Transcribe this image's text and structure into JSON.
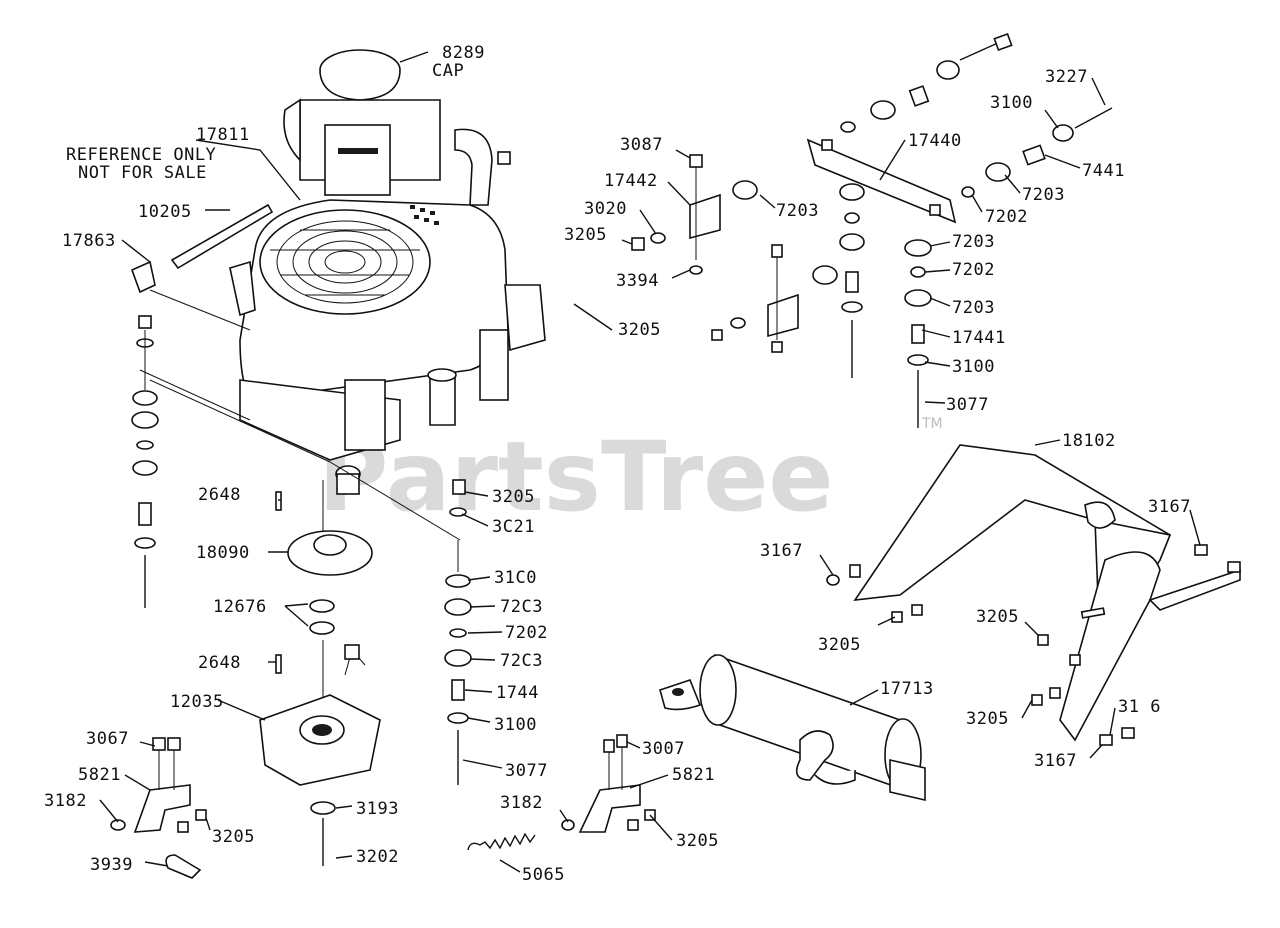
{
  "watermark": "PartsTree",
  "watermark_tm": "TM",
  "notes": {
    "reference_line1": "REFERENCE ONLY",
    "reference_line2": "NOT FOR SALE"
  },
  "callouts": {
    "c8289": "8289",
    "cap": "CAP",
    "c17811": "17811",
    "c10205": "10205",
    "c17863": "17863",
    "c3205_engine": "3205",
    "c2648_top": "2648",
    "c3205_mid": "3205",
    "c3021": "3C21",
    "c18090": "18090",
    "c12676": "12676",
    "c2648_low": "2648",
    "c12035": "12035",
    "c3067": "3067",
    "c5821_left": "5821",
    "c3182_left": "3182",
    "c3205_left": "3205",
    "c3939": "3939",
    "c3193": "3193",
    "c3202": "3202",
    "c3100_a": "31C0",
    "c7203_a": "72C3",
    "c7202_a": "7202",
    "c7203_b": "72C3",
    "c1744": "1744",
    "c3100_b": "3100",
    "c3077_a": "3077",
    "c3007": "3007",
    "c5821_right": "5821",
    "c3182_right": "3182",
    "c3205_right": "3205",
    "c5065": "5065",
    "c3087": "3087",
    "c17442": "17442",
    "c3020": "3020",
    "c3205_bracket": "3205",
    "c3394": "3394",
    "c7203_c": "7203",
    "c17440": "17440",
    "c3227": "3227",
    "c3100_c": "3100",
    "c7441": "7441",
    "c7203_d": "7203",
    "c7202_b": "7202",
    "c7203_e": "7203",
    "c7202_c": "7202",
    "c7203_f": "7203",
    "c17441": "17441",
    "c3100_d": "3100",
    "c3077_b": "3077",
    "c18102": "18102",
    "c3167_a": "3167",
    "c3167_b": "3167",
    "c3205_deck_a": "3205",
    "c3205_deck_b": "3205",
    "c3205_deck_c": "3205",
    "c3116": "31 6",
    "c3167_c": "3167",
    "c17713": "17713"
  }
}
